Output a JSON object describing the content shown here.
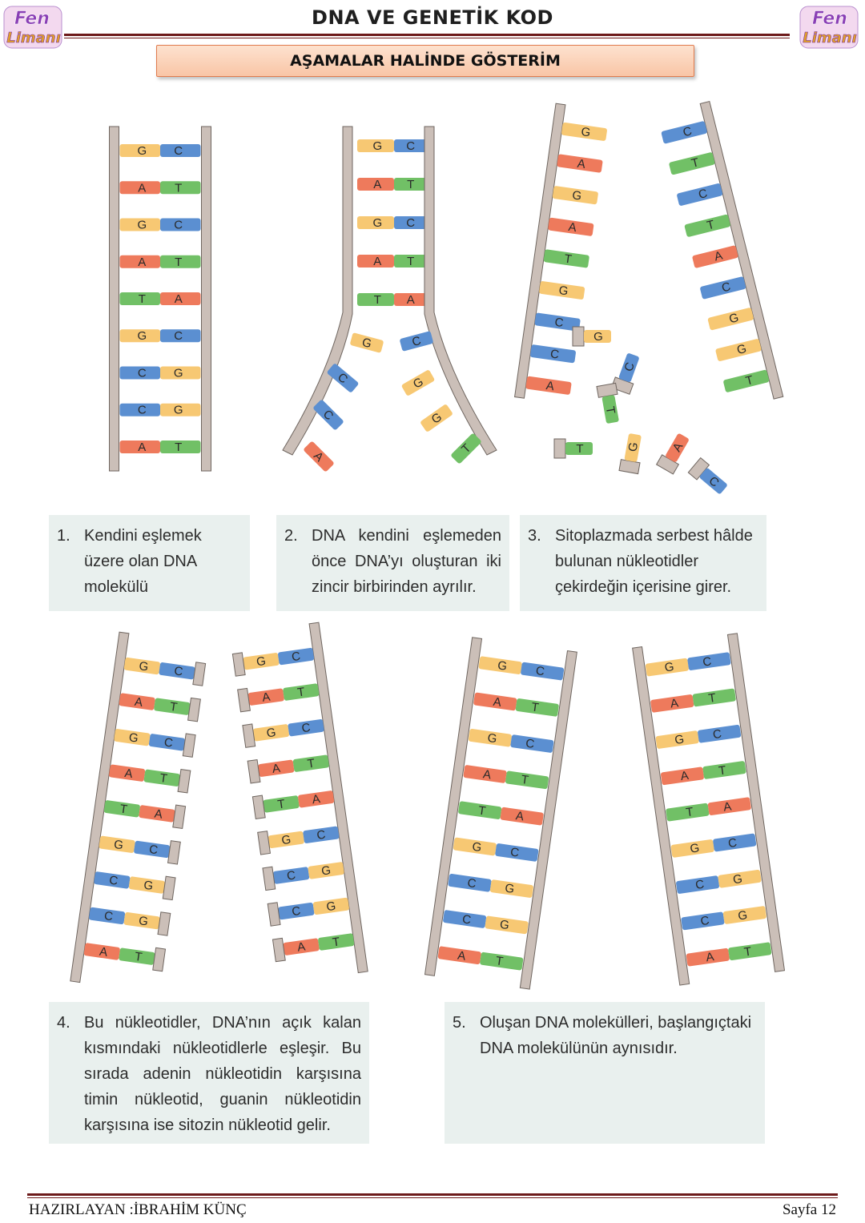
{
  "header": {
    "title": "DNA VE  GENETİK KOD",
    "logo_text_1": "Fen",
    "logo_text_2": "Limanı",
    "banner": "AŞAMALAR HALİNDE GÖSTERİM"
  },
  "colors": {
    "G": "#f7c873",
    "C": "#5b8fd1",
    "A": "#ee7a5c",
    "T": "#71c066",
    "rail": "#cbbfb8",
    "rail_stroke": "#6f6660",
    "caption_bg": "#e9f0ee",
    "rule": "#6d1a1a"
  },
  "steps": [
    {
      "num": "1.",
      "text": "Kendini eşlemek üzere olan DNA molekülü"
    },
    {
      "num": "2.",
      "text": "DNA kendini eşlemeden önce DNA’yı oluşturan iki zincir birbirinden ayrılır."
    },
    {
      "num": "3.",
      "text": "Sitoplazmada serbest hâlde bulunan nükleotidler çekirdeğin içerisine girer."
    },
    {
      "num": "4.",
      "text": "Bu nükleotidler, DNA’nın açık kalan kısmındaki nükleotidlerle eşleşir. Bu sırada adenin nükleotidin karşısına timin nükleotid, guanin nükleotidin karşısına ise sitozin nükleotid gelir."
    },
    {
      "num": "5.",
      "text": "Oluşan DNA molekülleri, başlangıçtaki DNA molekülünün aynısıdır."
    }
  ],
  "dna_sequence": {
    "left_strand": [
      "G",
      "A",
      "G",
      "A",
      "T",
      "G",
      "C",
      "C",
      "A"
    ],
    "right_strand": [
      "C",
      "T",
      "C",
      "T",
      "A",
      "C",
      "G",
      "G",
      "T"
    ]
  },
  "step3_strands": {
    "left_strand": [
      "G",
      "A",
      "G",
      "A",
      "T",
      "G",
      "C",
      "C",
      "A"
    ],
    "right_strand": [
      "C",
      "T",
      "C",
      "T",
      "A",
      "C",
      "G",
      "G",
      "T"
    ],
    "free_nucleotides": [
      "G",
      "C",
      "T",
      "T",
      "G",
      "A",
      "C"
    ]
  },
  "footer": {
    "author": "HAZIRLAYAN :İBRAHİM KÜNÇ",
    "page": "Sayfa 12"
  }
}
